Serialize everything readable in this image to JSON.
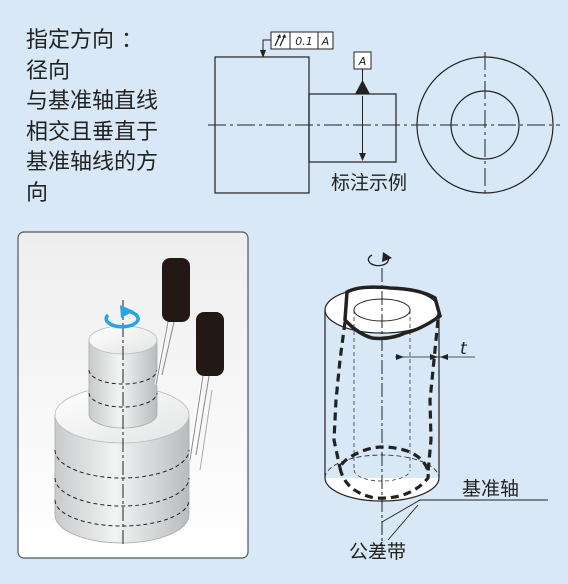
{
  "description": {
    "lines": [
      "指定方向 ：",
      "径向",
      "与基准轴直线",
      "相交且垂直于",
      "基准轴线的方",
      "向"
    ]
  },
  "drawing": {
    "tolerance_symbol": "runout-icon",
    "tolerance_value": "0.1",
    "datum_ref": "A",
    "datum_label": "A",
    "caption": "标注示例"
  },
  "schematic": {
    "tolerance_symbol": "t",
    "datum_axis_label": "基准轴",
    "tolerance_zone_label": "公差带"
  },
  "colors": {
    "background": "#d8e8f6",
    "arrow_blue": "#29a3e6",
    "probe_dark": "#231815"
  }
}
